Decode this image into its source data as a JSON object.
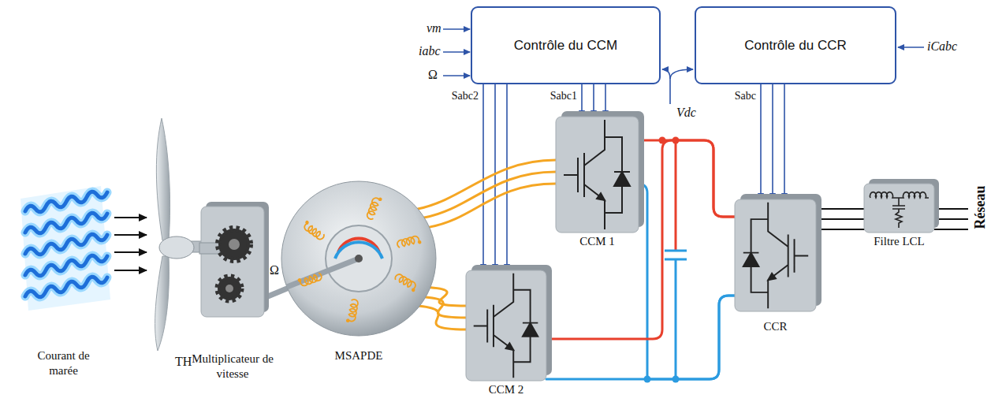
{
  "diagram": {
    "nodes": [
      {
        "text": [
          "Contrôle du CCM"
        ]
      },
      {
        "text": [
          "Contrôle du CCR"
        ]
      },
      {
        "text": [
          "Courant de marée"
        ]
      },
      {
        "text": [
          "Multiplicateur de vitesse"
        ]
      },
      {
        "text": [
          "MSAPDE"
        ]
      },
      {
        "text": [
          "CCM 1"
        ]
      },
      {
        "text": [
          "CCM 2"
        ]
      },
      {
        "text": [
          "CCR"
        ]
      },
      {
        "text": [
          "Filtre LCL"
        ]
      }
    ],
    "edges": [
      {
        "from": 0,
        "to": 5,
        "arrow": "to",
        "label": "Sabc1"
      },
      {
        "from": 0,
        "to": 6,
        "arrow": "to",
        "label": "Sabc2"
      },
      {
        "from": 1,
        "to": 7,
        "arrow": "to",
        "label": "Sabc"
      },
      {
        "from": 4,
        "to": 5,
        "arrow": "none"
      },
      {
        "from": 4,
        "to": 6,
        "arrow": "none"
      },
      {
        "from": 5,
        "to": 7,
        "arrow": "none"
      },
      {
        "from": 6,
        "to": 7,
        "arrow": "none"
      },
      {
        "from": 7,
        "to": 8,
        "arrow": "none"
      },
      {
        "from": 3,
        "to": 4,
        "arrow": "none"
      }
    ],
    "labels": [
      "vm",
      "iabc",
      "Ω",
      "Vdc",
      "iCabc",
      "TH",
      "Ω",
      "Réseau"
    ]
  }
}
